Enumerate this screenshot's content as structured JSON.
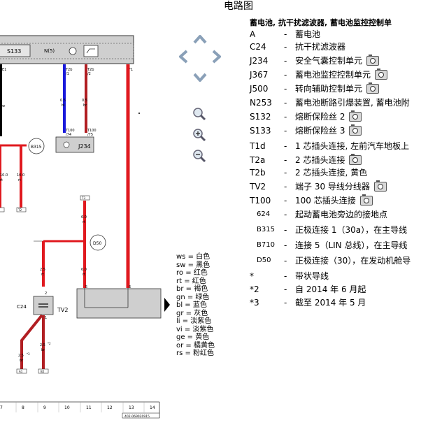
{
  "page_title": "电路图",
  "legend_title": "蓄电池, 抗干扰滤波器, 蓄电池监控控制单",
  "legend": [
    {
      "code": "A",
      "desc": "蓄电池",
      "cam": false
    },
    {
      "code": "C24",
      "desc": "抗干扰滤波器",
      "cam": false
    },
    {
      "code": "J234",
      "desc": "安全气囊控制单元",
      "cam": true
    },
    {
      "code": "J367",
      "desc": "蓄电池监控控制单元",
      "cam": true
    },
    {
      "code": "J500",
      "desc": "转向辅助控制单元",
      "cam": true
    },
    {
      "code": "N253",
      "desc": "蓄电池断路引爆装置, 蓄电池附",
      "cam": false
    },
    {
      "code": "S132",
      "desc": "熔断保险丝 2",
      "cam": true
    },
    {
      "code": "S133",
      "desc": "熔断保险丝 3",
      "cam": true
    },
    {
      "code": "T1d",
      "desc": "1 芯插头连接, 左前汽车地板上",
      "cam": false
    },
    {
      "code": "T2a",
      "desc": "2 芯插头连接",
      "cam": true
    },
    {
      "code": "T2b",
      "desc": "2 芯插头连接, 黄色",
      "cam": false
    },
    {
      "code": "TV2",
      "desc": "端子 30 导线分线器",
      "cam": true
    },
    {
      "code": "T100",
      "desc": "100 芯插头连接",
      "cam": true
    },
    {
      "code": "624",
      "desc": "起动蓄电池旁边的接地点",
      "cam": false,
      "small": true
    },
    {
      "code": "B315",
      "desc": "正极连接 1（30a），在主导线",
      "cam": false,
      "small": true
    },
    {
      "code": "B710",
      "desc": "连接 5（LIN 总线），在主导线",
      "cam": false,
      "small": true
    },
    {
      "code": "D50",
      "desc": "正极连接（30），在发动机舱导",
      "cam": false,
      "small": true
    },
    {
      "code": "*",
      "desc": "带状导线",
      "cam": false
    },
    {
      "code": "*2",
      "desc": "自 2014 年 6 月起",
      "cam": false
    },
    {
      "code": "*3",
      "desc": "截至 2014 年 5 月",
      "cam": false
    }
  ],
  "color_key": [
    "ws = 白色",
    "sw = 黑色",
    "ro = 红色",
    "rt = 红色",
    "br = 褐色",
    "gn = 绿色",
    "bl = 蓝色",
    "gr = 灰色",
    "li = 淡紫色",
    "vi = 淡紫色",
    "ge = 黄色",
    "or = 橘黄色",
    "rs = 粉红色"
  ],
  "diagram": {
    "s133": "S133",
    "n_label": "N(5)",
    "e1": "E1",
    "wire_w": "w",
    "t2b_top": "T2b",
    "t2b_top_pin": "/1",
    "t2b_top2": "T2b",
    "t2b_top2_pin": "/2",
    "f1": "F1",
    "w_bl_size": "0.5",
    "w_bl_color": "bl",
    "w_br_size": "0.5",
    "w_br_color": "br",
    "t100_74": "T100",
    "t100_74_pin": "/74",
    "t100_75": "T100",
    "t100_75_pin": "/75",
    "j234": "J234",
    "b315": "B315",
    "w10_a": "10.0",
    "w10_a_c": "rt",
    "w10_b": "10.0",
    "w10_b_c": "rt",
    "t2": "T2",
    "conn_top": "T3",
    "w6_a": "6.0",
    "w6_a_c": "rt",
    "d50": "D50",
    "w25_a": "2.5",
    "w25_a_c": "rt",
    "w6_b": "6.0",
    "w6_b_c": "rt",
    "tv2_pin5": "5",
    "tv2_pin6": "6",
    "c24": "C24",
    "tv2": "TV2",
    "c24_pin2": "2",
    "c24_pin1": "1",
    "w25_b": "2.5",
    "w25_b_c": "br",
    "w25_b_star": "*3",
    "w25_c": "2.5",
    "w25_c_c": "br",
    "w25_c_star": "*2",
    "ground_a": "A1",
    "ground_b": "B2",
    "grid": [
      "7",
      "8",
      "9",
      "10",
      "11",
      "12",
      "13",
      "14"
    ],
    "doc_no": "402-069020915"
  },
  "colors": {
    "red": "#e0191f",
    "dark_red": "#b11e22",
    "blue": "#1a1adb",
    "black": "#000000",
    "component_fill": "#cfcfcf"
  }
}
